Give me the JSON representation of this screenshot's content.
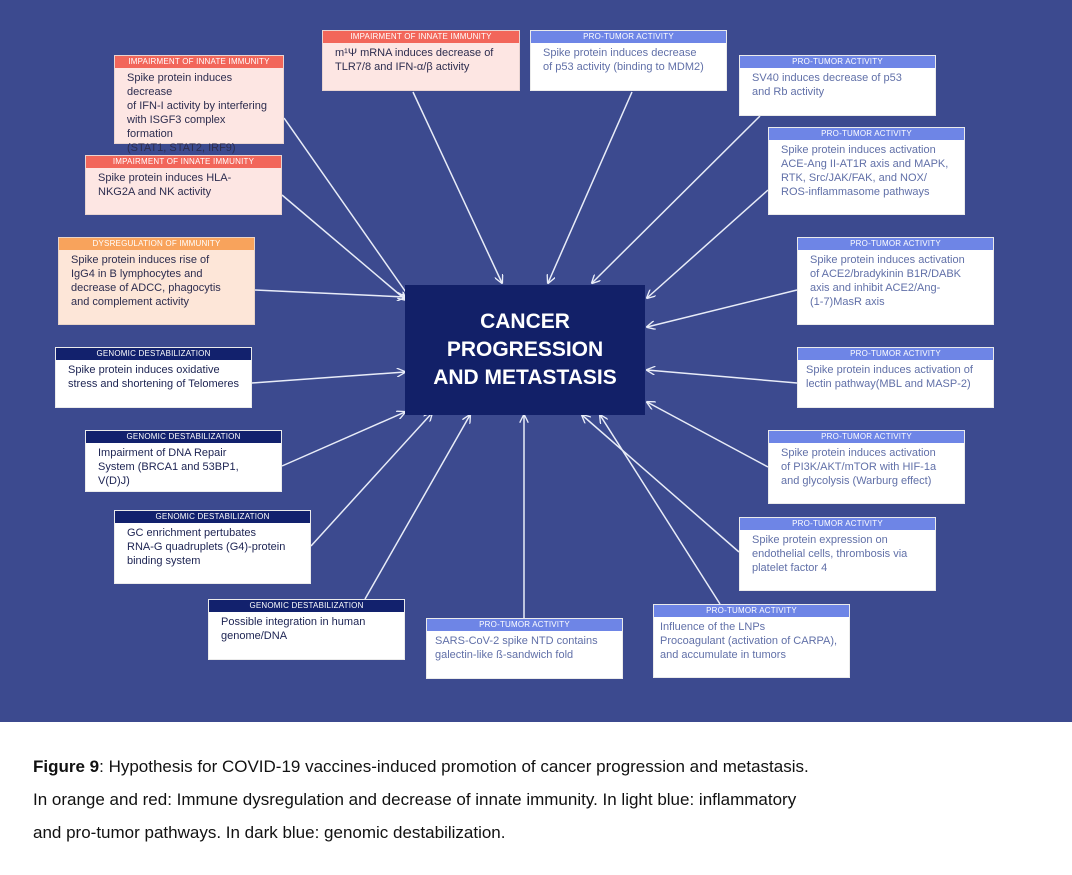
{
  "center": {
    "lines": [
      "CANCER",
      "PROGRESSION",
      "AND METASTASIS"
    ]
  },
  "colors": {
    "background": "#3c4a8f",
    "center": "#122068",
    "red_header": "#f2665a",
    "orange_header": "#f8a35c",
    "dark_header": "#12216d",
    "light_header": "#6e85e6",
    "arrow": "#e8ecf8"
  },
  "boxes": [
    {
      "id": "b1",
      "category": "red",
      "header": "IMPAIRMENT OF INNATE IMMUNITY",
      "lines": [
        "Spike protein induces decrease",
        "of IFN-I activity by interfering",
        "with ISGF3 complex formation",
        "(STAT1, STAT2, IRF9)"
      ]
    },
    {
      "id": "b2",
      "category": "red",
      "header": "IMPAIRMENT OF INNATE IMMUNITY",
      "lines": [
        "m¹Ψ mRNA induces decrease of",
        "TLR7/8 and IFN-α/β activity"
      ]
    },
    {
      "id": "b3",
      "category": "light",
      "header": "PRO-TUMOR ACTIVITY",
      "lines": [
        "Spike protein induces decrease",
        "of p53 activity (binding to MDM2)"
      ]
    },
    {
      "id": "b4",
      "category": "light",
      "header": "PRO-TUMOR ACTIVITY",
      "lines": [
        "SV40 induces decrease of p53",
        "and Rb activity"
      ]
    },
    {
      "id": "b5",
      "category": "light",
      "header": "PRO-TUMOR ACTIVITY",
      "lines": [
        "Spike protein induces activation",
        "ACE-Ang II-AT1R axis and MAPK,",
        "RTK, Src/JAK/FAK, and NOX/",
        "ROS-inflammasome pathways"
      ]
    },
    {
      "id": "b6",
      "category": "red",
      "header": "IMPAIRMENT OF INNATE IMMUNITY",
      "lines": [
        "Spike protein induces HLA-",
        "NKG2A and NK activity"
      ]
    },
    {
      "id": "b7",
      "category": "orange",
      "header": "DYSREGULATION OF IMMUNITY",
      "lines": [
        "Spike protein induces rise of",
        "IgG4 in B lymphocytes and",
        "decrease of ADCC, phagocytis",
        "and complement activity"
      ]
    },
    {
      "id": "b8",
      "category": "light",
      "header": "PRO-TUMOR ACTIVITY",
      "lines": [
        "Spike protein induces activation",
        "of ACE2/bradykinin B1R/DABK",
        "axis and inhibit ACE2/Ang-",
        "(1-7)MasR axis"
      ]
    },
    {
      "id": "b9",
      "category": "dark",
      "header": "GENOMIC DESTABILIZATION",
      "lines": [
        "Spike protein induces oxidative",
        "stress and shortening of Telomeres"
      ]
    },
    {
      "id": "b10",
      "category": "light",
      "header": "PRO-TUMOR ACTIVITY",
      "lines": [
        "Spike protein induces activation of",
        "lectin pathway(MBL and MASP-2)"
      ]
    },
    {
      "id": "b11",
      "category": "dark",
      "header": "GENOMIC DESTABILIZATION",
      "lines": [
        "Impairment of DNA Repair",
        "System (BRCA1 and 53BP1, V(D)J)"
      ]
    },
    {
      "id": "b12",
      "category": "light",
      "header": "PRO-TUMOR ACTIVITY",
      "lines": [
        "Spike protein induces activation",
        "of PI3K/AKT/mTOR with HIF-1a",
        "and glycolysis (Warburg effect)"
      ]
    },
    {
      "id": "b13",
      "category": "dark",
      "header": "GENOMIC DESTABILIZATION",
      "lines": [
        "GC enrichment pertubates",
        "RNA-G quadruplets (G4)-protein",
        "binding system"
      ]
    },
    {
      "id": "b14",
      "category": "light",
      "header": "PRO-TUMOR ACTIVITY",
      "lines": [
        "Spike protein expression on",
        "endothelial cells, thrombosis via",
        "platelet factor 4"
      ]
    },
    {
      "id": "b15",
      "category": "dark",
      "header": "GENOMIC DESTABILIZATION",
      "lines": [
        "Possible integration in human",
        "genome/DNA"
      ]
    },
    {
      "id": "b16",
      "category": "light",
      "header": "PRO-TUMOR ACTIVITY",
      "lines": [
        "SARS-CoV-2 spike NTD contains",
        "galectin-like ß-sandwich fold"
      ]
    },
    {
      "id": "b17",
      "category": "light",
      "header": "PRO-TUMOR ACTIVITY",
      "lines": [
        "Influence of the LNPs",
        "Procoagulant (activation of CARPA),",
        "and accumulate in tumors"
      ]
    }
  ],
  "caption": {
    "label": "Figure 9",
    "text": ": Hypothesis for COVID-19 vaccines-induced promotion of cancer progression and metastasis.",
    "line2": "In orange and red: Immune dysregulation and decrease of innate immunity. In light blue: inflammatory",
    "line3": "and pro-tumor pathways. In dark blue: genomic destabilization."
  }
}
